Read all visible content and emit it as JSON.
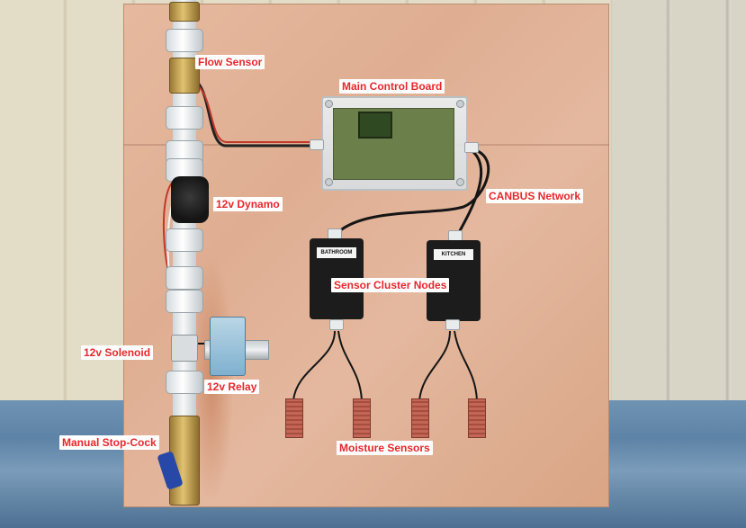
{
  "labels": {
    "flow_sensor": "Flow Sensor",
    "main_control_board": "Main Control Board",
    "dynamo": "12v Dynamo",
    "canbus": "CANBUS Network",
    "sensor_cluster": "Sensor Cluster Nodes",
    "solenoid": "12v Solenoid",
    "relay": "12v Relay",
    "stop_cock": "Manual Stop-Cock",
    "moisture": "Moisture Sensors"
  },
  "nodes": {
    "bathroom": "BATHROOM",
    "kitchen": "KITCHEN"
  },
  "colors": {
    "label_text": "#e8262a",
    "label_bg": "#ffffff"
  }
}
